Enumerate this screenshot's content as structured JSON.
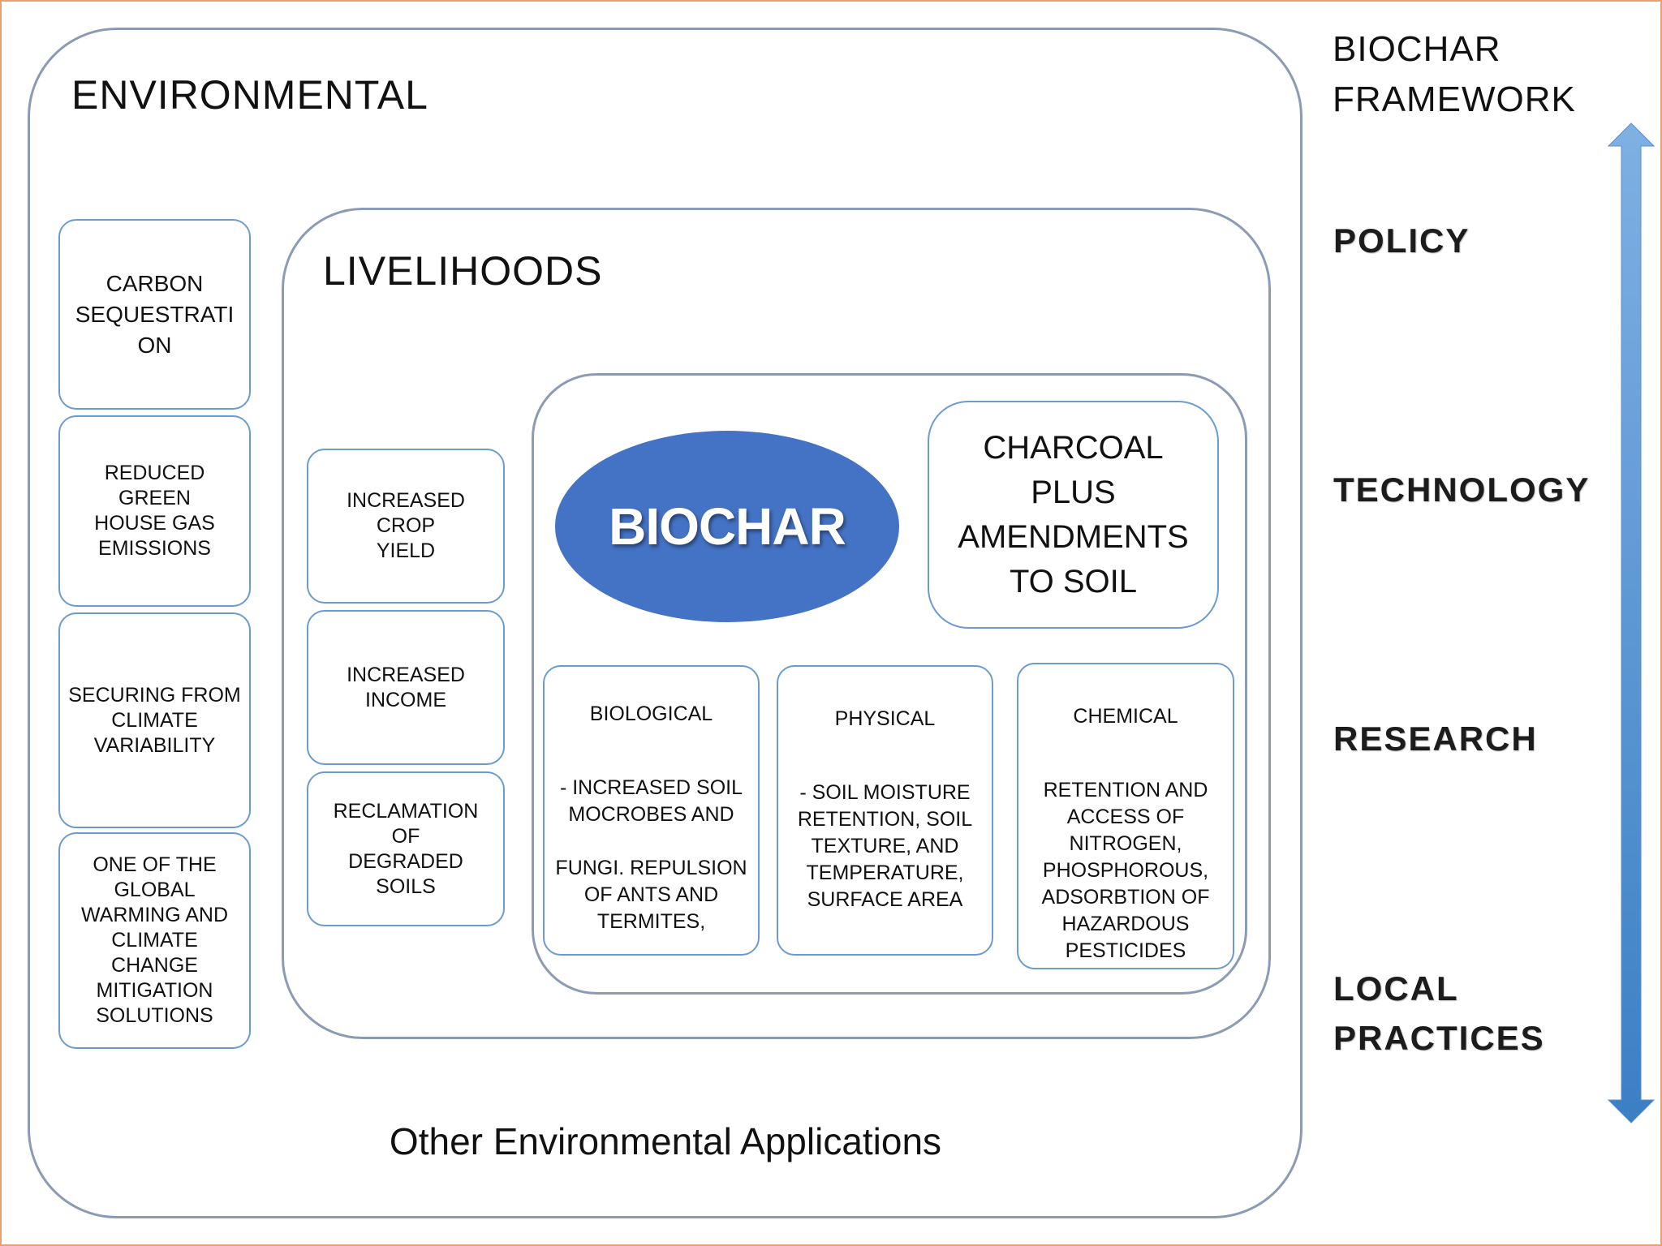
{
  "environmental": {
    "title": "ENVIRONMENTAL",
    "footer": "Other Environmental Applications",
    "items": [
      "CARBON\nSEQUESTRATI\nON",
      "REDUCED GREEN\nHOUSE GAS\nEMISSIONS",
      "SECURING FROM\nCLIMATE\nVARIABILITY",
      "ONE OF THE\nGLOBAL\nWARMING AND\nCLIMATE\nCHANGE\nMITIGATION\nSOLUTIONS"
    ]
  },
  "livelihoods": {
    "title": "LIVELIHOODS",
    "items": [
      "INCREASED CROP\nYIELD",
      "INCREASED\nINCOME",
      "RECLAMATION OF\nDEGRADED SOILS"
    ]
  },
  "biochar": {
    "label": "BIOCHAR",
    "definition": "CHARCOAL\nPLUS\nAMENDMENTS\nTO SOIL",
    "properties": [
      {
        "heading": "BIOLOGICAL",
        "body": "- INCREASED SOIL\nMOCROBES AND\n\nFUNGI. REPULSION\nOF ANTS AND\nTERMITES,"
      },
      {
        "heading": "PHYSICAL",
        "body": "- SOIL MOISTURE\nRETENTION, SOIL\nTEXTURE, AND\nTEMPERATURE,\nSURFACE AREA"
      },
      {
        "heading": "CHEMICAL",
        "body": "RETENTION AND\nACCESS OF\nNITROGEN,\nPHOSPHOROUS,\nADSORBTION OF\nHAZARDOUS\nPESTICIDES"
      }
    ]
  },
  "framework": {
    "title": "BIOCHAR\nFRAMEWORK",
    "tiers": [
      "POLICY",
      "TECHNOLOGY",
      "RESEARCH",
      "LOCAL\nPRACTICES"
    ]
  },
  "colors": {
    "box_outline": "#8a9bb3",
    "card_outline": "#6b9bd1",
    "biochar_fill": "#4472c4",
    "arrow_light": "#7fb0e3",
    "arrow_dark": "#3b7fc4"
  },
  "icons": {
    "arrow": "double-headed-vertical-arrow"
  }
}
